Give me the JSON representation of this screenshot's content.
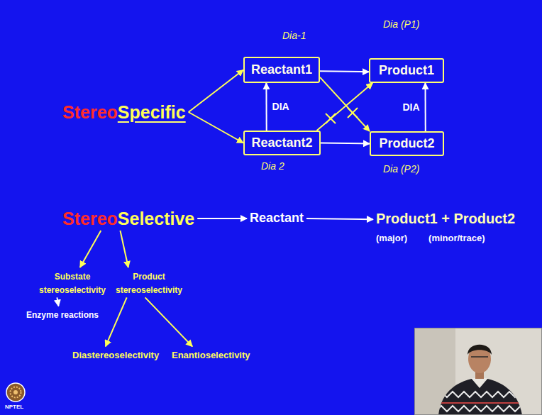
{
  "diagram": {
    "nodes": [
      {
        "text": [
          "Stereo",
          "Specific"
        ]
      },
      {
        "text": [
          "Reactant1"
        ]
      },
      {
        "text": [
          "Product1"
        ]
      },
      {
        "text": [
          "Reactant2"
        ]
      },
      {
        "text": [
          "Product2"
        ]
      },
      {
        "text": [
          "Stereo",
          "Selective"
        ]
      },
      {
        "text": [
          "Reactant"
        ]
      },
      {
        "text": [
          "Product1 + Product2",
          "(major)",
          "(minor/trace)"
        ]
      },
      {
        "text": [
          "Substate stereoselectivity"
        ]
      },
      {
        "text": [
          "Product stereoselectivity"
        ]
      },
      {
        "text": [
          "Enzyme reactions"
        ]
      },
      {
        "text": [
          "Diastereoselectivity"
        ]
      },
      {
        "text": [
          "Enantioselectivity"
        ]
      }
    ],
    "edges": [
      {
        "from": 0,
        "to": 1,
        "arrow": "to"
      },
      {
        "from": 0,
        "to": 3,
        "arrow": "to"
      },
      {
        "from": 1,
        "to": 2,
        "arrow": "to"
      },
      {
        "from": 3,
        "to": 1,
        "label": "DIA",
        "arrow": "to"
      },
      {
        "from": 4,
        "to": 2,
        "label": "DIA",
        "arrow": "to"
      },
      {
        "from": 1,
        "to": 4,
        "arrow": "to"
      },
      {
        "from": 3,
        "to": 2,
        "arrow": "to"
      },
      {
        "from": 3,
        "to": 4,
        "arrow": "to"
      },
      {
        "from": 5,
        "to": 6,
        "arrow": "to"
      },
      {
        "from": 6,
        "to": 7,
        "arrow": "to"
      },
      {
        "from": 5,
        "to": 8,
        "arrow": "to"
      },
      {
        "from": 5,
        "to": 9,
        "arrow": "to"
      },
      {
        "from": 8,
        "to": 10,
        "arrow": "to"
      },
      {
        "from": 9,
        "to": 11,
        "arrow": "to"
      },
      {
        "from": 9,
        "to": 12,
        "arrow": "to"
      }
    ],
    "labels": [
      "Dia-1",
      "Dia 2",
      "Dia (P1)",
      "Dia (P2)",
      "NPTEL"
    ]
  }
}
